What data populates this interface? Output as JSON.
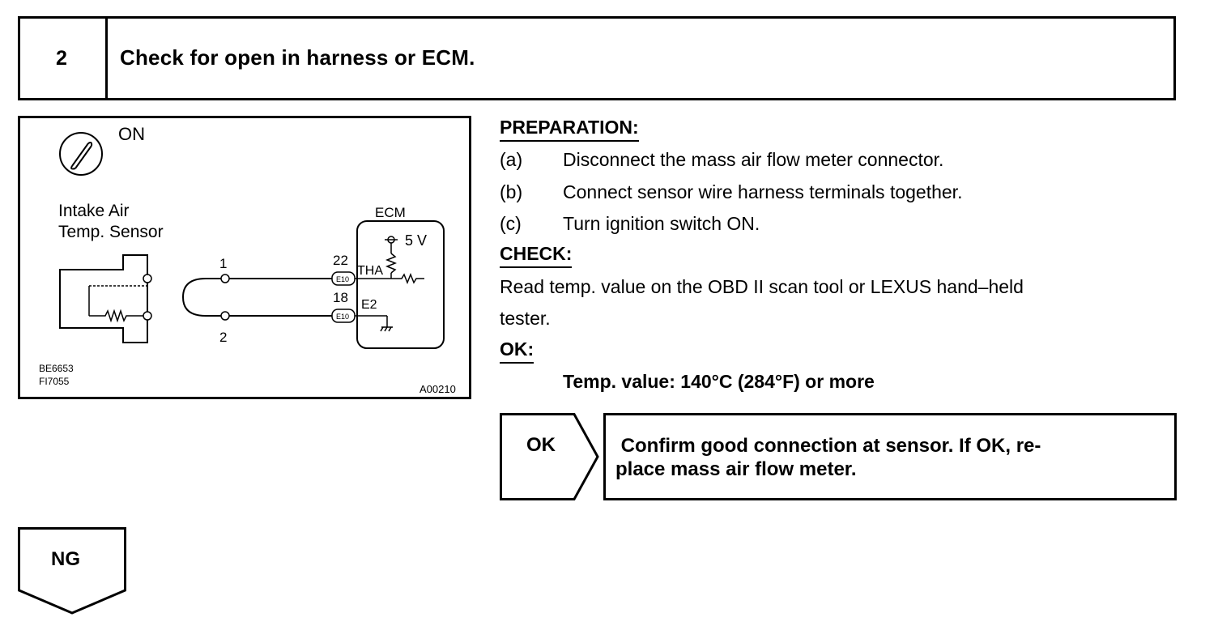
{
  "step": {
    "number": "2",
    "title": "Check for open in harness or ECM."
  },
  "diagram": {
    "ignition_label": "ON",
    "sensor_label_line1": "Intake Air",
    "sensor_label_line2": "Temp. Sensor",
    "ecm_label": "ECM",
    "voltage_label": "5 V",
    "pin_1": "1",
    "pin_2": "2",
    "terminal_22": "22",
    "terminal_18": "18",
    "thamark": "THA",
    "e2mark": "E2",
    "connector_code_a": "E10",
    "connector_code_b": "E10",
    "code_1": "BE6653",
    "code_2": "FI7055",
    "figure_id": "A00210"
  },
  "preparation": {
    "heading": "PREPARATION:",
    "items": [
      {
        "letter": "(a)",
        "text": "Disconnect the mass air flow meter connector."
      },
      {
        "letter": "(b)",
        "text": "Connect sensor wire harness terminals together."
      },
      {
        "letter": "(c)",
        "text": "Turn ignition switch ON."
      }
    ]
  },
  "check": {
    "heading": "CHECK:",
    "line1": "Read temp. value on the OBD II scan tool or LEXUS hand–held",
    "line2": "tester."
  },
  "ok_section": {
    "heading": "OK:",
    "value": "Temp. value:  140°C (284°F) or more"
  },
  "ok_result": {
    "label": "OK",
    "line1": " Confirm good connection at sensor. If OK, re-",
    "line2": "place mass air flow meter."
  },
  "ng": {
    "label": "NG"
  }
}
